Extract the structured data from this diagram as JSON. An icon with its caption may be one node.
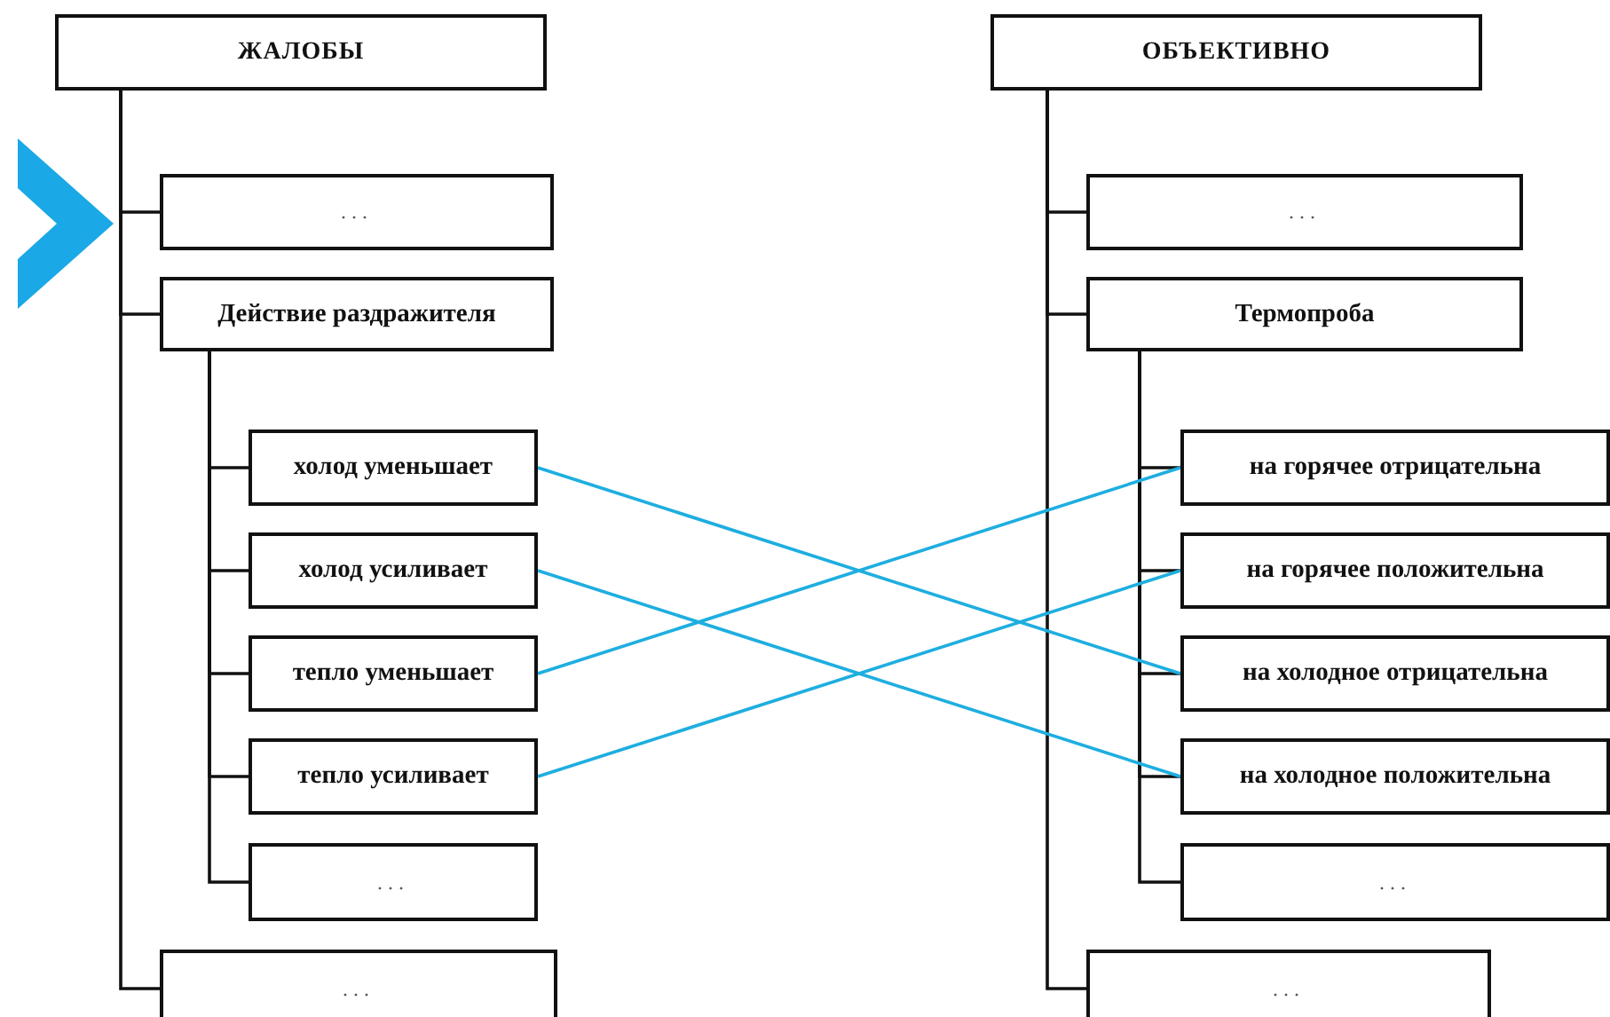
{
  "diagram": {
    "nodes": [
      {
        "text": [
          "ЖАЛОБЫ"
        ]
      },
      {
        "text": [
          "..."
        ]
      },
      {
        "text": [
          "Действие раздражителя"
        ]
      },
      {
        "text": [
          "холод уменьшает"
        ]
      },
      {
        "text": [
          "холод усиливает"
        ]
      },
      {
        "text": [
          "тепло уменьшает"
        ]
      },
      {
        "text": [
          "тепло усиливает"
        ]
      },
      {
        "text": [
          "..."
        ]
      },
      {
        "text": [
          "..."
        ]
      },
      {
        "text": [
          "ОБЪЕКТИВНО"
        ]
      },
      {
        "text": [
          "..."
        ]
      },
      {
        "text": [
          "Термопроба"
        ]
      },
      {
        "text": [
          "на горячее отрицательна"
        ]
      },
      {
        "text": [
          "на горячее положительна"
        ]
      },
      {
        "text": [
          "на холодное отрицательна"
        ]
      },
      {
        "text": [
          "на холодное положительна"
        ]
      },
      {
        "text": [
          "..."
        ]
      },
      {
        "text": [
          "..."
        ]
      }
    ],
    "edges": [
      {
        "from": 0,
        "to": 1,
        "arrow": "none"
      },
      {
        "from": 0,
        "to": 2,
        "arrow": "none"
      },
      {
        "from": 0,
        "to": 8,
        "arrow": "none"
      },
      {
        "from": 2,
        "to": 3,
        "arrow": "none"
      },
      {
        "from": 2,
        "to": 4,
        "arrow": "none"
      },
      {
        "from": 2,
        "to": 5,
        "arrow": "none"
      },
      {
        "from": 2,
        "to": 6,
        "arrow": "none"
      },
      {
        "from": 2,
        "to": 7,
        "arrow": "none"
      },
      {
        "from": 9,
        "to": 10,
        "arrow": "none"
      },
      {
        "from": 9,
        "to": 11,
        "arrow": "none"
      },
      {
        "from": 9,
        "to": 17,
        "arrow": "none"
      },
      {
        "from": 11,
        "to": 12,
        "arrow": "none"
      },
      {
        "from": 11,
        "to": 13,
        "arrow": "none"
      },
      {
        "from": 11,
        "to": 14,
        "arrow": "none"
      },
      {
        "from": 11,
        "to": 15,
        "arrow": "none"
      },
      {
        "from": 11,
        "to": 16,
        "arrow": "none"
      },
      {
        "from": 3,
        "to": 14,
        "arrow": "none",
        "color": "#1eaee0"
      },
      {
        "from": 4,
        "to": 15,
        "arrow": "none",
        "color": "#1eaee0"
      },
      {
        "from": 5,
        "to": 12,
        "arrow": "none",
        "color": "#1eaee0"
      },
      {
        "from": 6,
        "to": 13,
        "arrow": "none",
        "color": "#1eaee0"
      }
    ]
  }
}
